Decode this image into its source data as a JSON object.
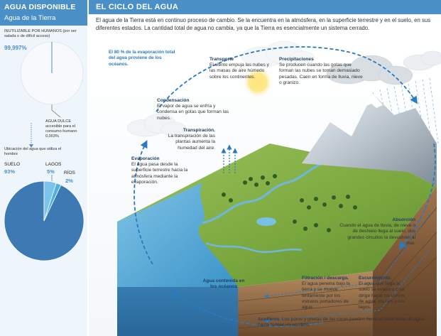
{
  "left_panel": {
    "header_title": "AGUA DISPONIBLE",
    "header_subtitle": "Agua de la Tierra",
    "unusable_label": "INUTILIZABLE POR HUMANOS (por ser salada o de difícil acceso)",
    "unusable_pct": "99,997%",
    "fresh_label": "AGUA DULCE accesible para el consumo humano 0,003%",
    "usage_title": "Ubicación del agua que utiliza el hombre",
    "soil_label": "SUELO",
    "soil_pct": "93%",
    "lakes_label": "LAGOS",
    "lakes_pct": "5%",
    "rivers_label": "RÍOS",
    "rivers_pct": "2%"
  },
  "chart_data": [
    {
      "type": "pie",
      "title": "Agua de la Tierra",
      "categories": [
        "INUTILIZABLE POR HUMANOS",
        "AGUA DULCE"
      ],
      "values": [
        99.997,
        0.003
      ]
    },
    {
      "type": "pie",
      "title": "Ubicación del agua que utiliza el hombre",
      "categories": [
        "SUELO",
        "LAGOS",
        "RÍOS"
      ],
      "values": [
        93,
        5,
        2
      ]
    }
  ],
  "main": {
    "title": "EL CICLO DEL AGUA",
    "intro": "El agua de la Tierra está en continuo proceso de cambio. Se la encuentra en la atmósfera, en la superficie terrestre y en el suelo, en sus diferentes estados. La cantidad total de agua no cambia, ya que la Tierra es esencialmente un sistema cerrado.",
    "evap_note": "El 80 % de la evaporación total del agua proviene de los océanos.",
    "transporte_title": "Transporte",
    "transporte_text": "El viento empuja las nubes y las masas de aire húmedo sobre los continentes.",
    "precip_title": "Precipitaciones",
    "precip_text": "Se producen cuando las gotas que forman las nubes se toman demasiado pesadas. Caen en forma de lluvia, nieve o granizo.",
    "condens_title": "Condensación",
    "condens_text": "El vapor de agua se enfría y condensa en gotas que forman las nubes.",
    "transp_title": "Transpiración.",
    "transp_text": "La transpiración de las plantas aumenta la humedad del aire.",
    "evapor_title": "Evaporación",
    "evapor_text": "El agua pasa desde la superficie terrestre hacia la atmósfera mediante la evaporación.",
    "absorc_title": "Absorción",
    "absorc_text": "Cuando el agua de lluvia, de nieve o de deshielo llega al suelo, dos grandes circuitos la devuelven al mar.",
    "filtr_title": "Filtración / descarga.",
    "filtr_text": "El agua penetra bajo la tierra y se mueve lentamente por los estratos portadores de agua.",
    "escurr_title": "Escurrimiento.",
    "escurr_text": "El agua que llega al suelo se evapora o se dirige hacia los cursos de agua, los ríos y los lagos.",
    "ocean_label": "Agua contenida en los océanos",
    "acuif_title": "Acuíferos.",
    "acuif_text": "Los poros y grietas de las rocas pueden llenarse totalmente de agua hasta formar un acuífero."
  }
}
